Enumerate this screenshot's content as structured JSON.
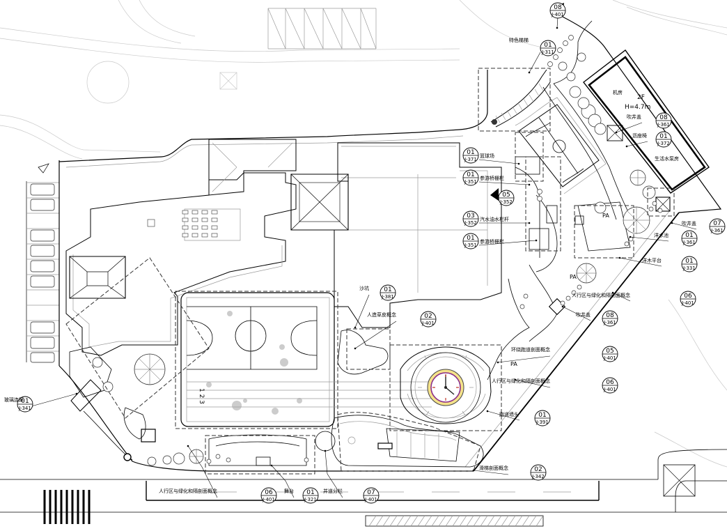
{
  "building": {
    "floors": "2F",
    "height": "H=4.7m",
    "room_top": "机房",
    "room_bottom": "生活水泵房"
  },
  "play_area_marks": [
    "PA",
    "PA",
    "PA"
  ],
  "track_lane_numbers": "1 2 3",
  "callouts": [
    {
      "key": "c1",
      "label": "特色梯梯",
      "number": "01",
      "sheet": "J-311"
    },
    {
      "key": "c2",
      "label": "",
      "number": "08",
      "sheet": "J-401"
    },
    {
      "key": "c3",
      "label": "吹井盖",
      "number": "08",
      "sheet": "J-361"
    },
    {
      "key": "c4",
      "label": "沥座椅",
      "number": "01",
      "sheet": "J-372"
    },
    {
      "key": "c5",
      "label": "篮球场",
      "number": "01",
      "sheet": "J-371"
    },
    {
      "key": "c6",
      "label": "参游桥栅栏",
      "number": "01",
      "sheet": "J-351"
    },
    {
      "key": "c7",
      "label": "",
      "number": "05",
      "sheet": "J-352"
    },
    {
      "key": "c8",
      "label": "汽水油水栏杆",
      "number": "03",
      "sheet": "J-352"
    },
    {
      "key": "c9",
      "label": "参游桥栅栏",
      "number": "01",
      "sheet": "J-351"
    },
    {
      "key": "c10",
      "label": "吹井盖",
      "number": "07",
      "sheet": "J-361"
    },
    {
      "key": "c11",
      "label": "洋水池",
      "number": "01",
      "sheet": "J-361"
    },
    {
      "key": "c12",
      "label": "洋木平台",
      "number": "01",
      "sheet": "J-331"
    },
    {
      "key": "c13",
      "label": "人行区与绿化和隔剖面概念",
      "number": "06",
      "sheet": "J-401"
    },
    {
      "key": "c14",
      "label": "吹井盖",
      "number": "08",
      "sheet": "J-361"
    },
    {
      "key": "c15",
      "label": "环绕跑道剖面概念",
      "number": "05",
      "sheet": "J-401"
    },
    {
      "key": "c16",
      "label": "人行区与绿化和隔剖面概念",
      "number": "06",
      "sheet": "J-401"
    },
    {
      "key": "c17",
      "label": "跑道墙头",
      "number": "01",
      "sheet": "J-391"
    },
    {
      "key": "c18",
      "label": "沙坑",
      "number": "01",
      "sheet": "J-381"
    },
    {
      "key": "c19",
      "label": "人造草皮概念",
      "number": "02",
      "sheet": "J-401"
    },
    {
      "key": "c20",
      "label": "滑梯剖面概念",
      "number": "02",
      "sheet": "J-342"
    },
    {
      "key": "c21",
      "label": "人行区与绿化和隔剖面概念",
      "number": "06",
      "sheet": "J-401"
    },
    {
      "key": "c22",
      "label": "舞台",
      "number": "01",
      "sheet": "J-321"
    },
    {
      "key": "c23",
      "label": "并道分栏",
      "number": "07",
      "sheet": "J-401"
    },
    {
      "key": "c24",
      "label": "玻璃连廊",
      "number": "01",
      "sheet": "J-341"
    }
  ]
}
